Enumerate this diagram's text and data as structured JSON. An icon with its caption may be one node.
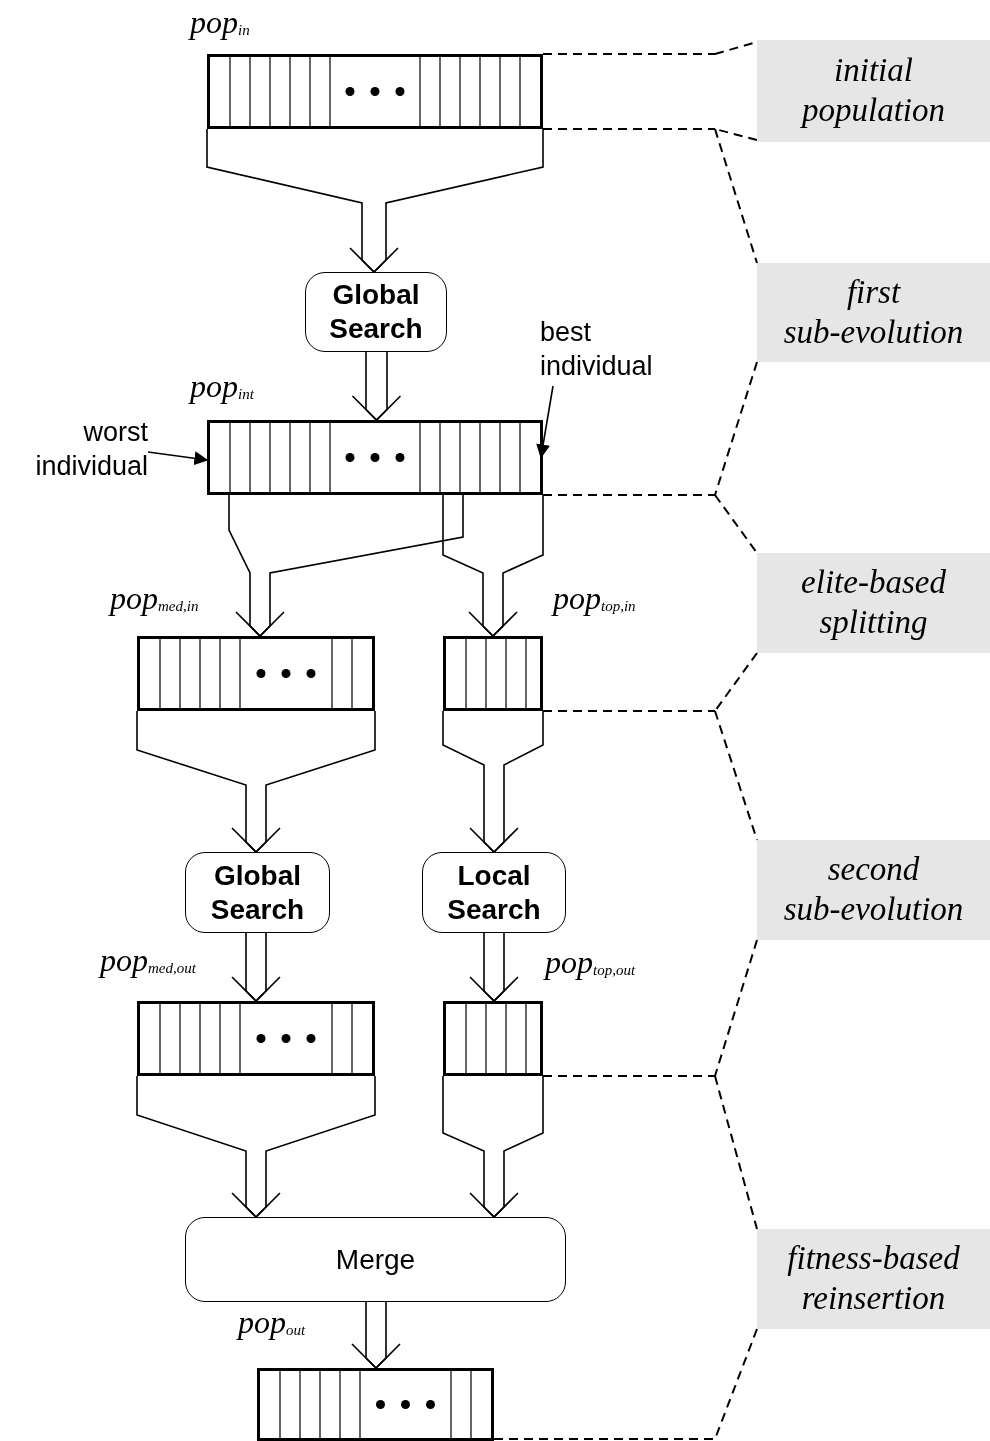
{
  "diagram": {
    "nodes": [
      {
        "text": [
          "pop$_{in}$"
        ]
      },
      {
        "text": [
          "Global Search"
        ]
      },
      {
        "text": [
          "pop$_{int}$"
        ]
      },
      {
        "text": [
          "pop$_{med,in}$"
        ]
      },
      {
        "text": [
          "pop$_{top,in}$"
        ]
      },
      {
        "text": [
          "Global Search"
        ]
      },
      {
        "text": [
          "Local Search"
        ]
      },
      {
        "text": [
          "pop$_{med,out}$"
        ]
      },
      {
        "text": [
          "pop$_{top,out}$"
        ]
      },
      {
        "text": [
          "Merge"
        ]
      },
      {
        "text": [
          "pop$_{out}$"
        ]
      },
      {
        "text": [
          "worst individual"
        ]
      },
      {
        "text": [
          "best individual"
        ]
      },
      {
        "text": [
          "initial population"
        ]
      },
      {
        "text": [
          "first sub-evolution"
        ]
      },
      {
        "text": [
          "elite-based splitting"
        ]
      },
      {
        "text": [
          "second sub-evolution"
        ]
      },
      {
        "text": [
          "fitness-based reinsertion"
        ]
      }
    ],
    "edges": [
      {
        "from": 0,
        "to": 1,
        "arrow": "to"
      },
      {
        "from": 1,
        "to": 2,
        "arrow": "to"
      },
      {
        "from": 2,
        "to": 3,
        "arrow": "to"
      },
      {
        "from": 2,
        "to": 4,
        "arrow": "to"
      },
      {
        "from": 3,
        "to": 5,
        "arrow": "to"
      },
      {
        "from": 4,
        "to": 6,
        "arrow": "to"
      },
      {
        "from": 5,
        "to": 7,
        "arrow": "to"
      },
      {
        "from": 6,
        "to": 8,
        "arrow": "to"
      },
      {
        "from": 7,
        "to": 9,
        "arrow": "to"
      },
      {
        "from": 8,
        "to": 9,
        "arrow": "to"
      },
      {
        "from": 9,
        "to": 10,
        "arrow": "to"
      },
      {
        "from": 11,
        "to": 2,
        "arrow": "to"
      },
      {
        "from": 12,
        "to": 2,
        "arrow": "to"
      }
    ]
  }
}
